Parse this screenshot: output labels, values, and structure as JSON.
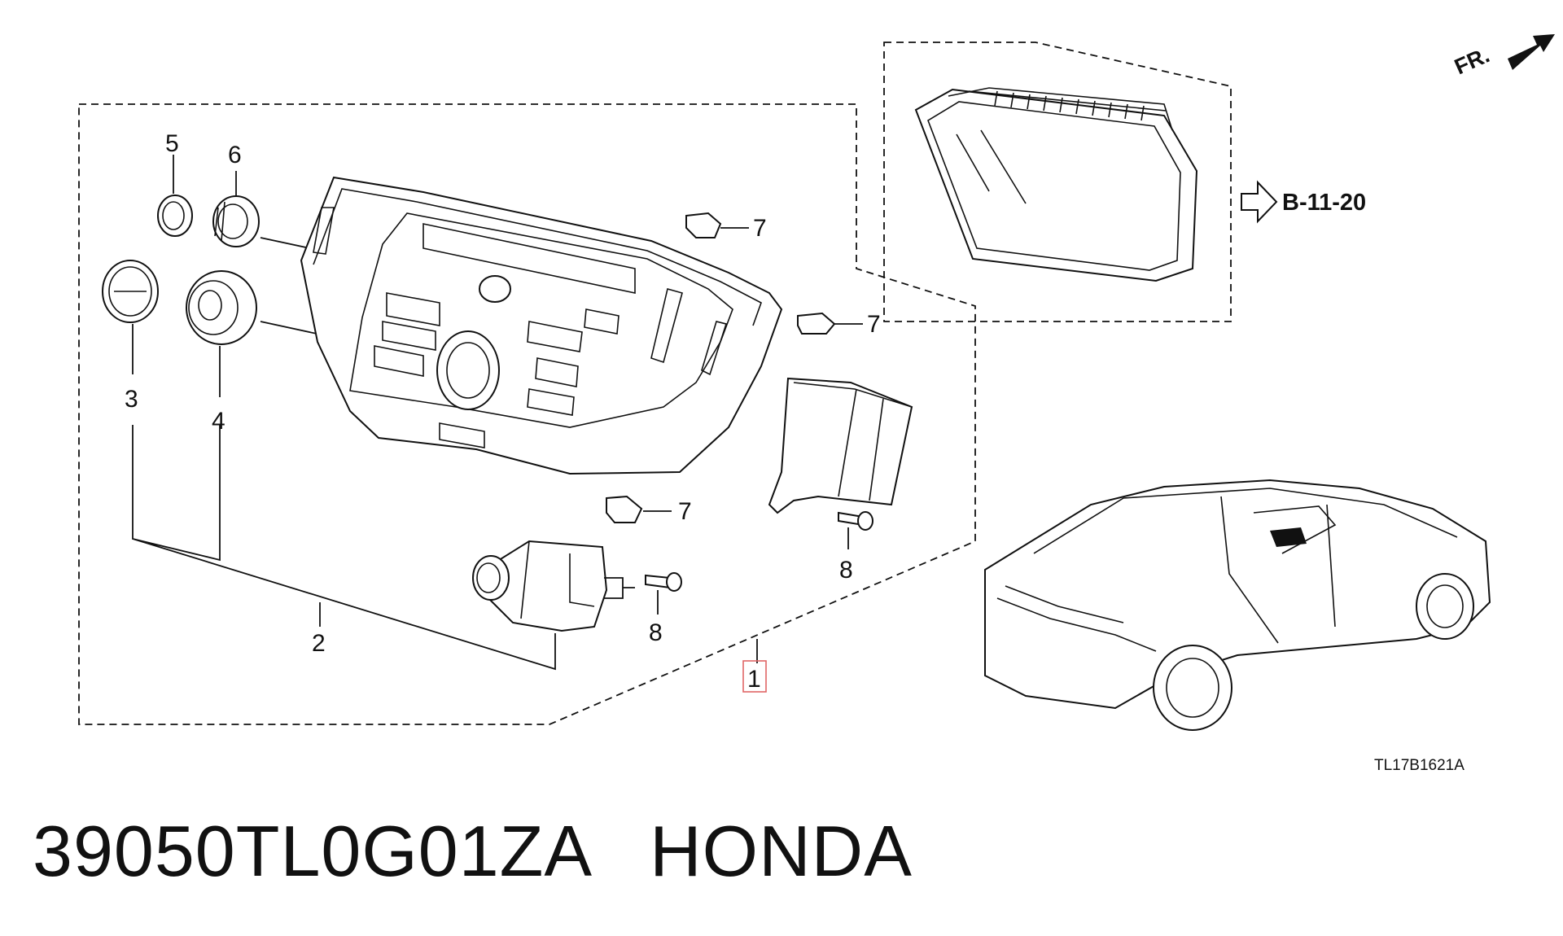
{
  "diagram": {
    "orientation_marker": "FR.",
    "cross_reference": "B-11-20",
    "drawing_code": "TL17B1621A",
    "callouts": [
      {
        "id": "1",
        "text": "1",
        "highlighted": true
      },
      {
        "id": "2",
        "text": "2"
      },
      {
        "id": "3",
        "text": "3"
      },
      {
        "id": "4",
        "text": "4"
      },
      {
        "id": "5",
        "text": "5"
      },
      {
        "id": "6",
        "text": "6"
      },
      {
        "id": "7a",
        "text": "7"
      },
      {
        "id": "7b",
        "text": "7"
      },
      {
        "id": "7c",
        "text": "7"
      },
      {
        "id": "8a",
        "text": "8"
      },
      {
        "id": "8b",
        "text": "8"
      }
    ]
  },
  "footer": {
    "part_number": "39050TL0G01ZA",
    "brand": "HONDA"
  },
  "colors": {
    "line": "#111111",
    "highlight_box": "#e06666",
    "background": "#ffffff"
  }
}
